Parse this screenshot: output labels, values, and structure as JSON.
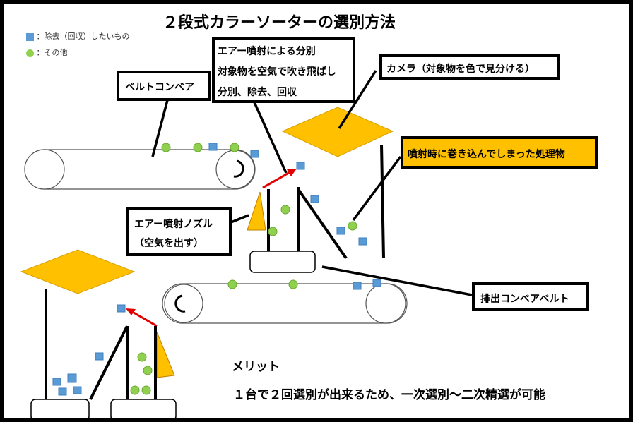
{
  "title": "２段式カラーソーターの選別方法",
  "legend": [
    {
      "shape": "square",
      "color": "#5b9bd5",
      "label": "：除去（回収）したいもの"
    },
    {
      "shape": "circle",
      "color": "#8fd14f",
      "label": "：その他"
    }
  ],
  "callouts": {
    "air_sort": [
      "エアー噴射による分別",
      "対象物を空気で吹き飛ばし",
      "分別、除去、回収"
    ],
    "belt_conveyor": "ベルトコンベア",
    "camera": "カメラ（対象物を色で見分ける）",
    "entrained": "噴射時に巻き込んでしまった処理物",
    "nozzle": [
      "エアー噴射ノズル",
      "（空気を出す）"
    ],
    "discharge": "排出コンベアベルト"
  },
  "merit": {
    "heading": "メリット",
    "text": "１台で２回選別が出来るため、一次選別～二次精選が可能"
  },
  "colors": {
    "camera": "#ffc000",
    "blue_item": "#5b9bd5",
    "green_item": "#8fd14f",
    "air": "#e00000"
  }
}
